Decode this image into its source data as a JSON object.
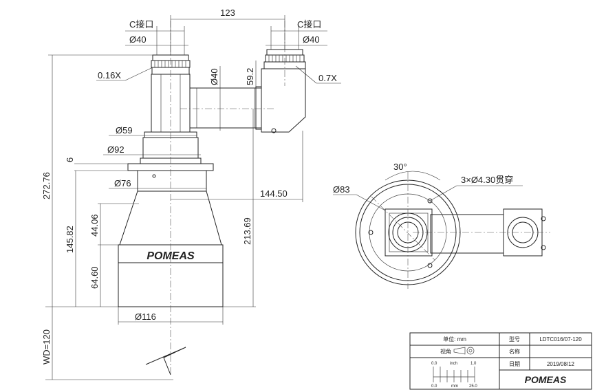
{
  "dimensions": {
    "top_spacing": "123",
    "c_mount_left": "C接口",
    "c_mount_right": "C接口",
    "dia40_left": "Ø40",
    "dia40_right": "Ø40",
    "mag_left": "0.16X",
    "mag_right": "0.7X",
    "dia40_tube": "Ø40",
    "h59_2": "59.2",
    "dia59": "Ø59",
    "dia92": "Ø92",
    "flange6": "6",
    "dia76": "Ø76",
    "h144_50": "144.50",
    "h272_76": "272.76",
    "h145_82": "145.82",
    "h44_06": "44.06",
    "h64_60": "64.60",
    "h213_69": "213.69",
    "dia116": "Ø116",
    "wd": "WD=120"
  },
  "top_view": {
    "angle": "30°",
    "holes": "3×Ø4.30贯穿",
    "dia83": "Ø83"
  },
  "brand": {
    "body_logo": "POMEAS",
    "block_logo": "POMEAS"
  },
  "title_block": {
    "unit_label": "单位: mm",
    "model_label": "型号",
    "model_value": "LDTC016/07-120",
    "view_label": "视角",
    "name_label": "名称",
    "name_value": "",
    "date_label": "日期",
    "date_value": "2019/08/12",
    "scale_top_0": "0.0",
    "scale_top_unit": "inch",
    "scale_top_1": "1.0",
    "scale_bot_0": "0.0",
    "scale_bot_unit": "mm",
    "scale_bot_25": "25.0"
  }
}
